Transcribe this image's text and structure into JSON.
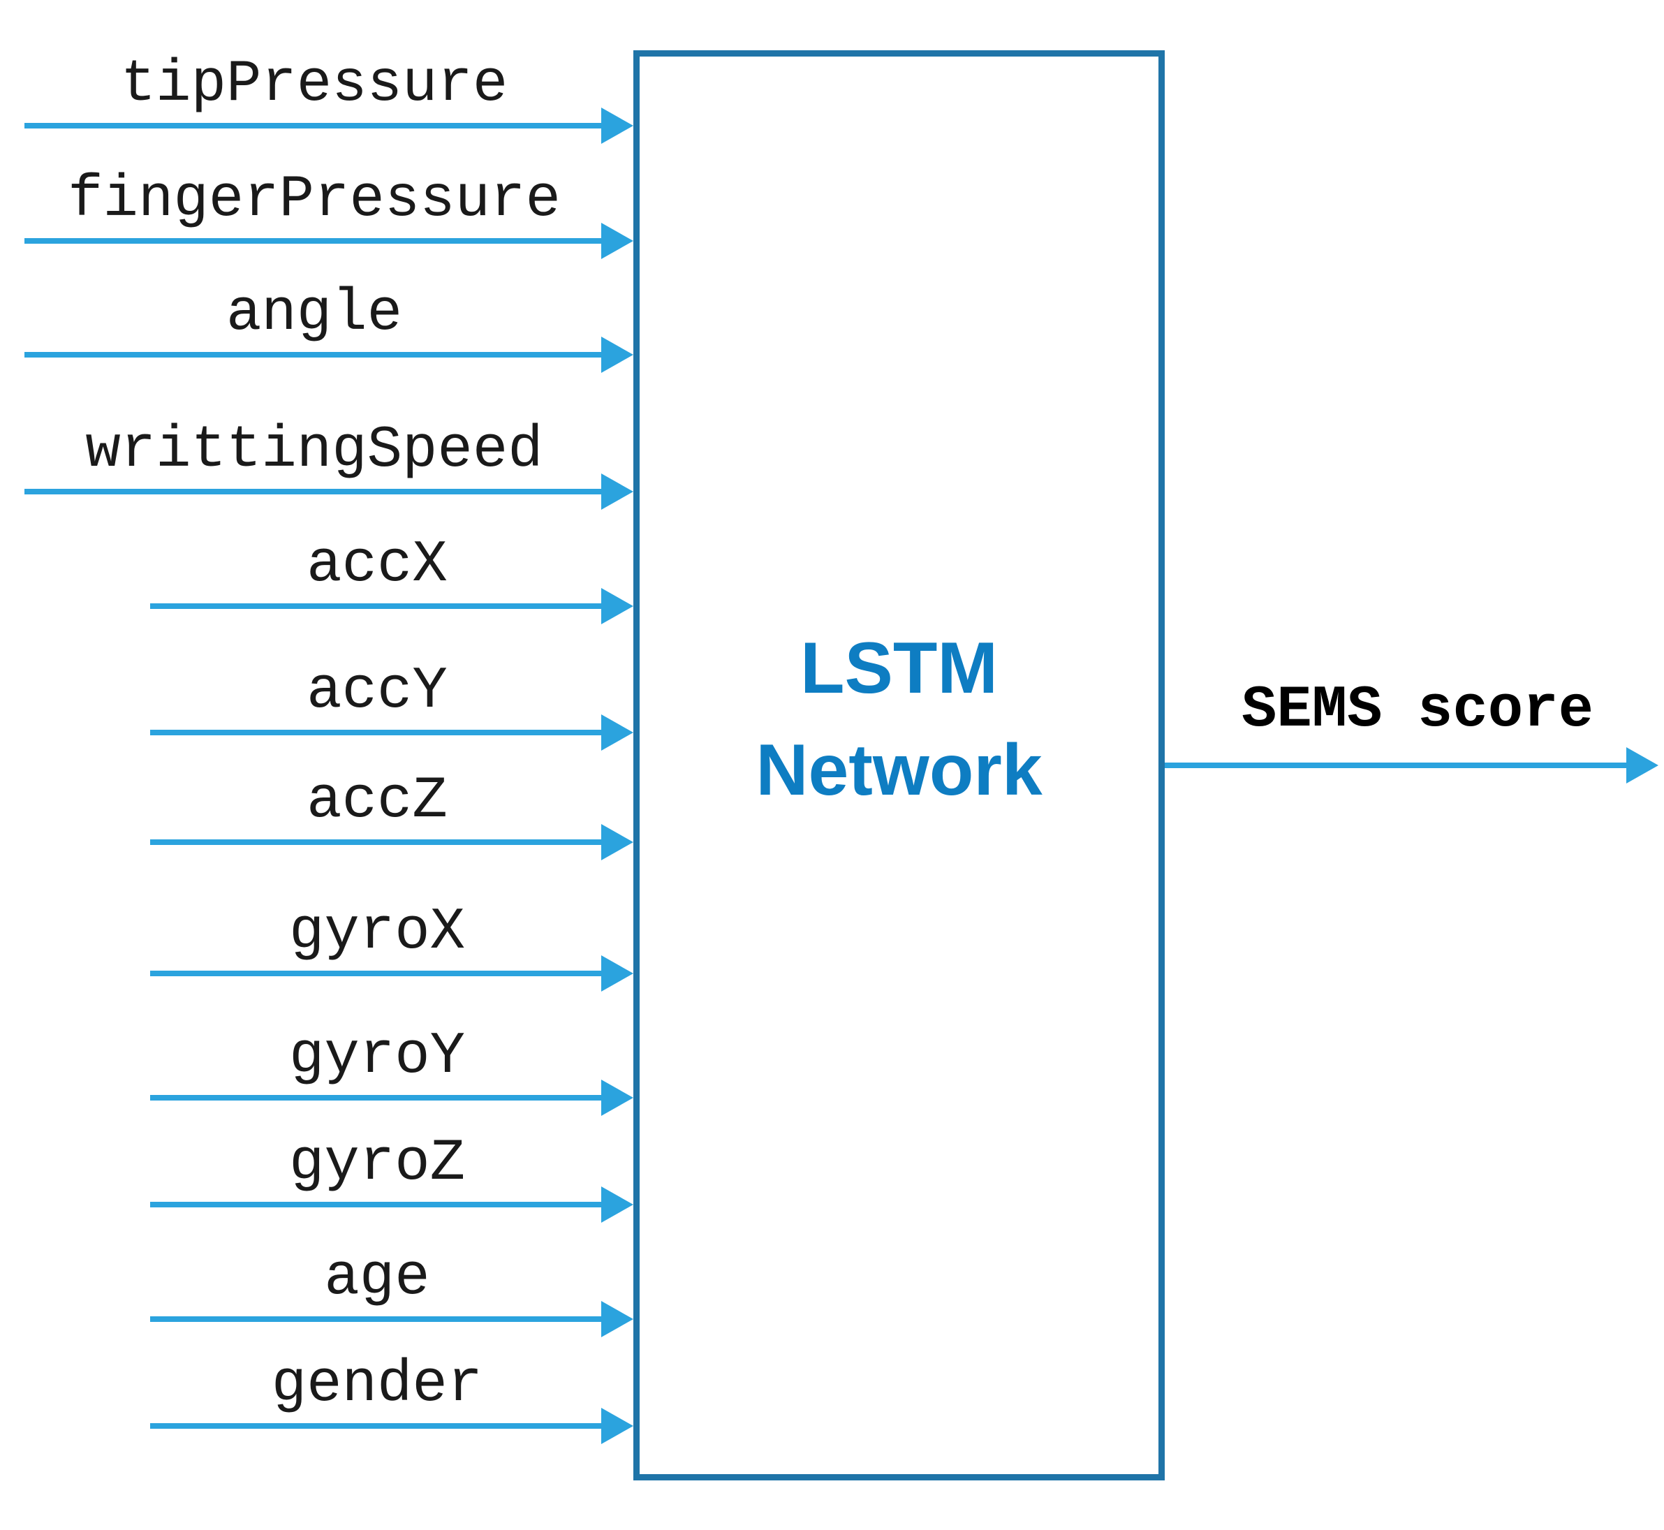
{
  "diagram": {
    "inputs": [
      {
        "label": "tipPressure"
      },
      {
        "label": "fingerPressure"
      },
      {
        "label": "angle"
      },
      {
        "label": "writtingSpeed"
      },
      {
        "label": "accX"
      },
      {
        "label": "accY"
      },
      {
        "label": "accZ"
      },
      {
        "label": "gyroX"
      },
      {
        "label": "gyroY"
      },
      {
        "label": "gyroZ"
      },
      {
        "label": "age"
      },
      {
        "label": "gender"
      }
    ],
    "network_box": {
      "line1": "LSTM",
      "line2": "Network"
    },
    "output": {
      "label": "SEMS score"
    }
  },
  "colors": {
    "arrow": "#2BA3DE",
    "box_border": "#1F74A8",
    "network_text": "#0E7DC2",
    "label_text": "#1A1A1A"
  }
}
